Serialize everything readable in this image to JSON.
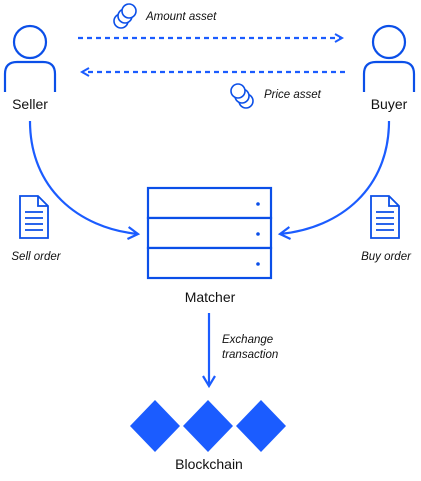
{
  "colors": {
    "primary": "#1b5cff",
    "outline": "#0b4fe8",
    "text": "#111111",
    "background": "#ffffff"
  },
  "actors": {
    "seller": {
      "label": "Seller",
      "icon": "person-icon"
    },
    "buyer": {
      "label": "Buyer",
      "icon": "person-icon"
    }
  },
  "flows": {
    "amount_asset": {
      "label": "Amount asset",
      "icon": "coins-icon"
    },
    "price_asset": {
      "label": "Price asset",
      "icon": "coins-icon"
    },
    "exchange": {
      "line1": "Exchange",
      "line2": "transaction"
    }
  },
  "orders": {
    "sell": {
      "label": "Sell order",
      "icon": "document-icon"
    },
    "buy": {
      "label": "Buy order",
      "icon": "document-icon"
    }
  },
  "matcher": {
    "label": "Matcher",
    "icon": "server-icon"
  },
  "blockchain": {
    "label": "Blockchain",
    "icon": "diamond-blocks-icon"
  }
}
